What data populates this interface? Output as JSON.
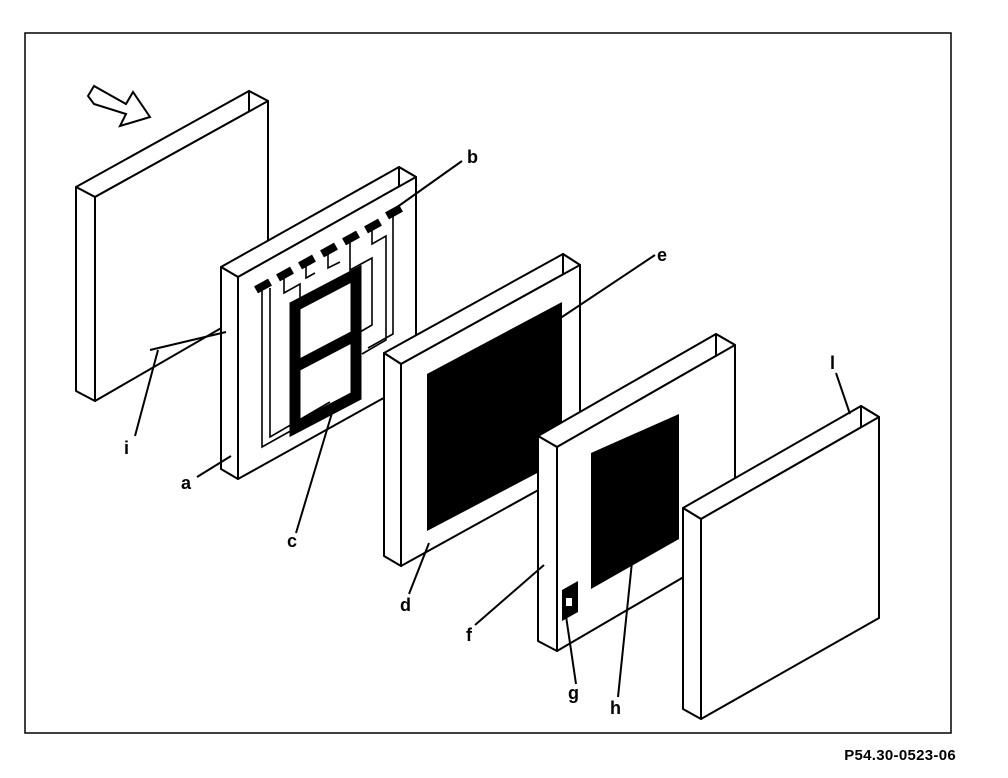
{
  "figure": {
    "code": "P54.30-0523-06"
  },
  "labels": {
    "a": "a",
    "b": "b",
    "c": "c",
    "d": "d",
    "e": "e",
    "f": "f",
    "g": "g",
    "h": "h",
    "i": "i",
    "l": "l"
  },
  "arrow_icon": "direction-arrow-icon",
  "colors": {
    "line": "#000000",
    "panel": "#ffffff",
    "fill": "#000000"
  }
}
